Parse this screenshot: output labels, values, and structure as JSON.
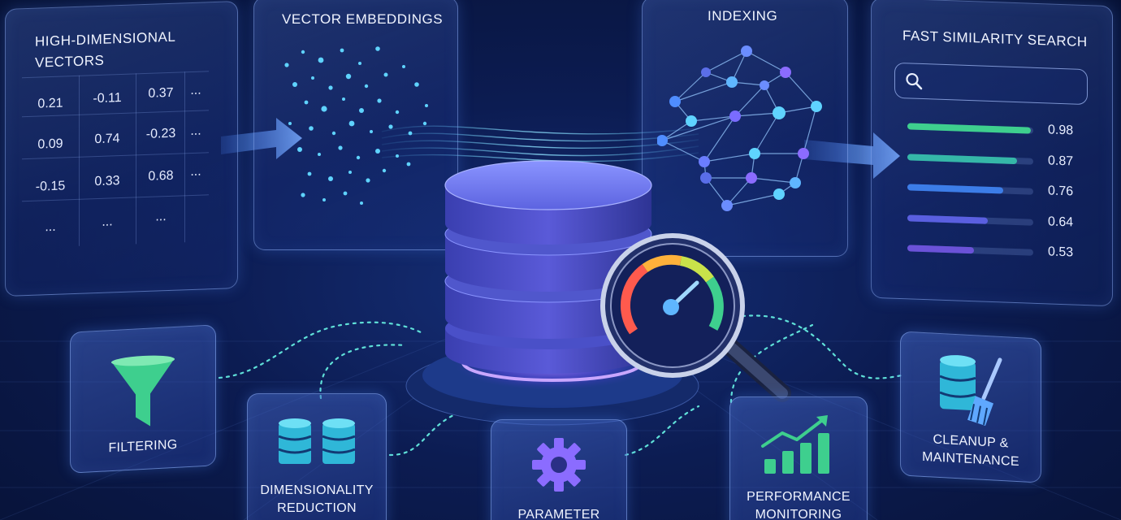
{
  "panels": {
    "vectors": {
      "title_line1": "High-Dimensional",
      "title_line2": "Vectors",
      "cells": [
        [
          "0.21",
          "-0.11",
          "0.37",
          "..."
        ],
        [
          "0.09",
          "0.74",
          "-0.23",
          "..."
        ],
        [
          "-0.15",
          "0.33",
          "0.68",
          "..."
        ],
        [
          "...",
          "...",
          "...",
          ""
        ]
      ]
    },
    "embeddings": {
      "title": "Vector Embeddings"
    },
    "indexing": {
      "title": "Indexing"
    },
    "search": {
      "title": "Fast Similarity Search",
      "results": [
        {
          "score": "0.98",
          "value": 0.98,
          "color": "#3ecf8e"
        },
        {
          "score": "0.87",
          "value": 0.87,
          "color": "#35b7a8"
        },
        {
          "score": "0.76",
          "value": 0.76,
          "color": "#3c7de8"
        },
        {
          "score": "0.64",
          "value": 0.64,
          "color": "#5a5fe0"
        },
        {
          "score": "0.53",
          "value": 0.53,
          "color": "#6b52d8"
        }
      ]
    }
  },
  "tiles": {
    "filtering": {
      "label": "Filtering"
    },
    "dimensionality": {
      "line1": "Dimensionality",
      "line2": "Reduction"
    },
    "parameter": {
      "label": "Parameter"
    },
    "performance": {
      "line1": "Performance",
      "line2": "Monitoring"
    },
    "cleanup": {
      "line1": "Cleanup &",
      "line2": "Maintenance"
    }
  },
  "colors": {
    "accent_blue": "#4f8dff",
    "accent_cyan": "#5fd3ff",
    "accent_green": "#3ecf8e",
    "accent_purple": "#8b6cff",
    "database": "#5a5ad8"
  },
  "icons": [
    "search-icon",
    "funnel-icon",
    "database-icon",
    "gear-icon",
    "growth-chart-icon",
    "broom-icon",
    "speed-gauge-icon"
  ]
}
